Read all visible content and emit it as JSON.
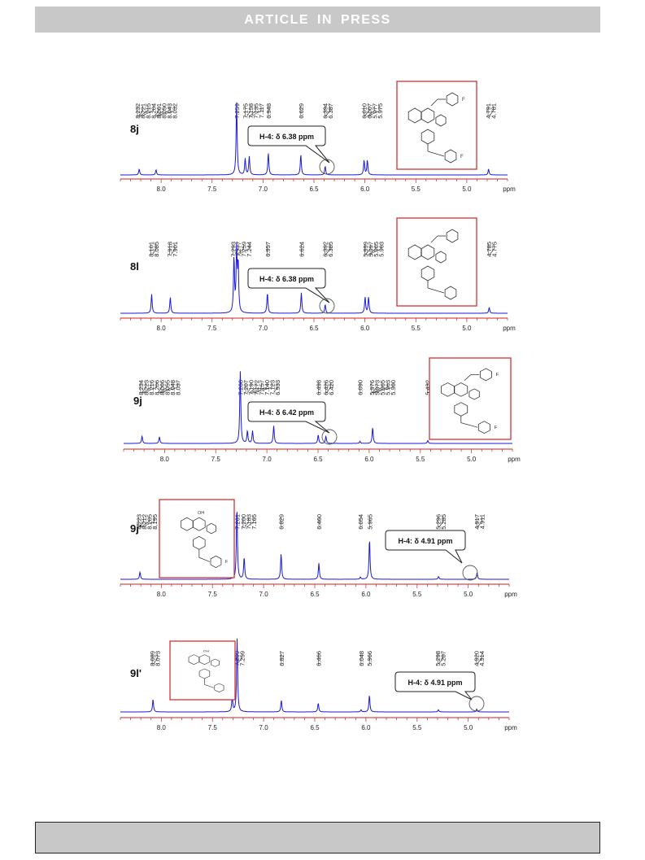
{
  "header": {
    "banner_text": "ARTICLE IN PRESS"
  },
  "colors": {
    "spectrum": "#1a1adb",
    "axis": "#cc2222",
    "box": "#d23232",
    "banner_bg": "#c8c8c8"
  },
  "chart_data": [
    {
      "type": "line",
      "label": "8j",
      "callout": "H-4: δ 6.38 ppm",
      "x_unit": "ppm",
      "xlim": [
        8.4,
        4.6
      ],
      "ticks": [
        "8.0",
        "7.5",
        "7.0",
        "6.5",
        "6.0",
        "5.5",
        "5.0"
      ],
      "peak_labels": [
        "8.232",
        "8.221",
        "8.215",
        "8.204",
        "8.061",
        "8.050",
        "8.043",
        "8.032",
        "7.259",
        "7.175",
        "7.158",
        "7.135",
        "7.117",
        "6.948",
        "6.629",
        "6.394",
        "6.387",
        "6.010",
        "6.007",
        "5.977",
        "5.975",
        "4.791",
        "4.781"
      ],
      "peaks": [
        {
          "ppm": 8.215,
          "h": 0.08
        },
        {
          "ppm": 8.05,
          "h": 0.07
        },
        {
          "ppm": 7.259,
          "h": 1.0
        },
        {
          "ppm": 7.175,
          "h": 0.22
        },
        {
          "ppm": 7.135,
          "h": 0.25
        },
        {
          "ppm": 6.948,
          "h": 0.3
        },
        {
          "ppm": 6.629,
          "h": 0.28
        },
        {
          "ppm": 6.39,
          "h": 0.12
        },
        {
          "ppm": 6.008,
          "h": 0.2
        },
        {
          "ppm": 5.976,
          "h": 0.2
        },
        {
          "ppm": 4.786,
          "h": 0.08
        }
      ],
      "structure_substituent": "F"
    },
    {
      "type": "line",
      "label": "8l",
      "callout": "H-4: δ 6.38 ppm",
      "x_unit": "ppm",
      "xlim": [
        8.4,
        4.6
      ],
      "ticks": [
        "8.0",
        "7.5",
        "7.0",
        "6.5",
        "6.0",
        "5.5",
        "5.0"
      ],
      "peak_labels": [
        "8.101",
        "8.085",
        "7.918",
        "7.901",
        "7.293",
        "7.277",
        "7.259",
        "7.244",
        "6.957",
        "6.624",
        "6.392",
        "6.385",
        "5.999",
        "5.997",
        "5.965",
        "5.963",
        "4.785",
        "4.775"
      ],
      "peaks": [
        {
          "ppm": 8.093,
          "h": 0.26
        },
        {
          "ppm": 7.91,
          "h": 0.22
        },
        {
          "ppm": 7.285,
          "h": 0.75
        },
        {
          "ppm": 7.259,
          "h": 0.85
        },
        {
          "ppm": 7.244,
          "h": 0.65
        },
        {
          "ppm": 6.957,
          "h": 0.28
        },
        {
          "ppm": 6.624,
          "h": 0.28
        },
        {
          "ppm": 6.39,
          "h": 0.12
        },
        {
          "ppm": 5.998,
          "h": 0.22
        },
        {
          "ppm": 5.964,
          "h": 0.22
        },
        {
          "ppm": 4.78,
          "h": 0.08
        }
      ],
      "structure_substituent": "CH3"
    },
    {
      "type": "line",
      "label": "9j",
      "callout": "H-4: δ 6.42 ppm",
      "x_unit": "ppm",
      "xlim": [
        8.4,
        4.6
      ],
      "ticks": [
        "8.0",
        "7.5",
        "7.0",
        "6.5",
        "6.0",
        "5.5",
        "5.0"
      ],
      "peak_labels": [
        "8.234",
        "8.223",
        "8.216",
        "8.206",
        "8.066",
        "8.055",
        "8.048",
        "8.037",
        "7.260",
        "7.207",
        "7.190",
        "7.172",
        "7.157",
        "7.140",
        "7.123",
        "6.933",
        "6.498",
        "6.426",
        "6.420",
        "6.090",
        "5.976",
        "5.973",
        "5.965",
        "5.963",
        "5.960",
        "5.432",
        "5.422"
      ],
      "peaks": [
        {
          "ppm": 8.22,
          "h": 0.1
        },
        {
          "ppm": 8.05,
          "h": 0.09
        },
        {
          "ppm": 7.26,
          "h": 1.0
        },
        {
          "ppm": 7.19,
          "h": 0.17
        },
        {
          "ppm": 7.14,
          "h": 0.17
        },
        {
          "ppm": 6.933,
          "h": 0.24
        },
        {
          "ppm": 6.498,
          "h": 0.12
        },
        {
          "ppm": 6.423,
          "h": 0.1
        },
        {
          "ppm": 6.09,
          "h": 0.03
        },
        {
          "ppm": 5.966,
          "h": 0.22
        },
        {
          "ppm": 5.427,
          "h": 0.04
        }
      ],
      "structure_substituent": "F"
    },
    {
      "type": "line",
      "label": "9j'",
      "callout": "H-4: δ 4.91 ppm",
      "x_unit": "ppm",
      "xlim": [
        8.4,
        4.6
      ],
      "ticks": [
        "8.0",
        "7.5",
        "7.0",
        "6.5",
        "6.0",
        "5.5",
        "5.0"
      ],
      "peak_labels": [
        "8.223",
        "8.212",
        "8.205",
        "8.195",
        "7.261",
        "7.200",
        "7.183",
        "7.165",
        "6.829",
        "6.460",
        "6.054",
        "5.965",
        "5.296",
        "5.285",
        "4.917",
        "4.911"
      ],
      "peaks": [
        {
          "ppm": 8.208,
          "h": 0.1
        },
        {
          "ppm": 7.261,
          "h": 1.0
        },
        {
          "ppm": 7.19,
          "h": 0.3
        },
        {
          "ppm": 6.829,
          "h": 0.35
        },
        {
          "ppm": 6.46,
          "h": 0.22
        },
        {
          "ppm": 6.054,
          "h": 0.03
        },
        {
          "ppm": 5.965,
          "h": 0.55
        },
        {
          "ppm": 5.29,
          "h": 0.04
        },
        {
          "ppm": 4.914,
          "h": 0.09
        }
      ],
      "structure_substituent": "F",
      "structure_oh": "OH"
    },
    {
      "type": "line",
      "label": "9l'",
      "callout": "H-4: δ 4.91 ppm",
      "x_unit": "ppm",
      "xlim": [
        8.4,
        4.6
      ],
      "ticks": [
        "8.0",
        "7.5",
        "7.0",
        "6.5",
        "6.0",
        "5.5",
        "5.0"
      ],
      "peak_labels": [
        "8.089",
        "8.073",
        "7.315",
        "7.299",
        "7.259",
        "6.827",
        "6.466",
        "6.048",
        "5.966",
        "5.298",
        "5.287",
        "4.920",
        "4.914"
      ],
      "peaks": [
        {
          "ppm": 8.081,
          "h": 0.17
        },
        {
          "ppm": 7.307,
          "h": 0.2
        },
        {
          "ppm": 7.259,
          "h": 1.0
        },
        {
          "ppm": 6.827,
          "h": 0.16
        },
        {
          "ppm": 6.466,
          "h": 0.12
        },
        {
          "ppm": 6.048,
          "h": 0.03
        },
        {
          "ppm": 5.966,
          "h": 0.23
        },
        {
          "ppm": 5.292,
          "h": 0.03
        },
        {
          "ppm": 4.917,
          "h": 0.04
        }
      ],
      "structure_substituent": "CH3",
      "structure_oh": "OH"
    }
  ]
}
